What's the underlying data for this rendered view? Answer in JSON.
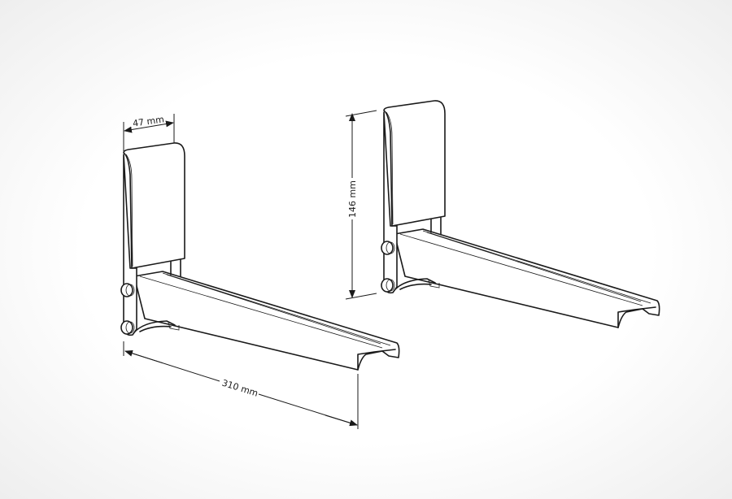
{
  "dimensions": {
    "width_label": "47 mm",
    "length_label": "310 mm",
    "height_label": "146 mm"
  }
}
